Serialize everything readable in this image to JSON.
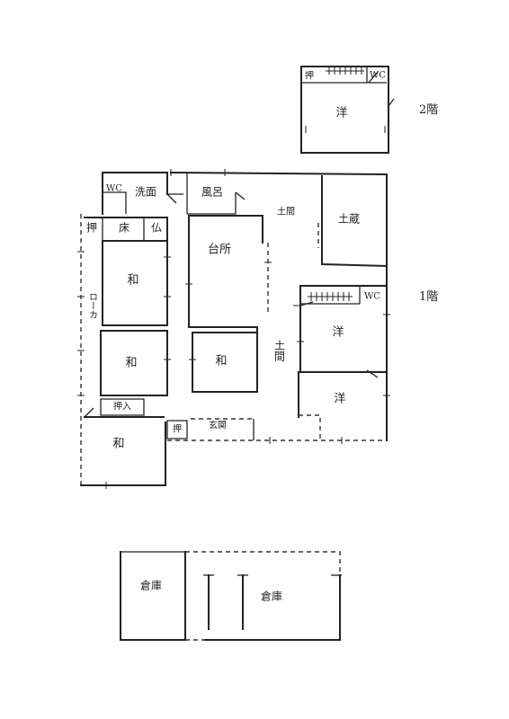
{
  "floor_labels": {
    "second": "2階",
    "first": "1階"
  },
  "second_floor": {
    "oshiire": "押",
    "wc": "WC",
    "western_room": "洋"
  },
  "first_floor": {
    "wc_left": "WC",
    "washroom": "洗面",
    "bath": "風呂",
    "earthen_floor_top": "土間",
    "storehouse": "土蔵",
    "oshiire_left": "押",
    "tokonoma": "床",
    "butsudan": "仏",
    "kitchen": "台所",
    "japanese_room_1": "和",
    "corridor": "ローカ",
    "wc_right": "WC",
    "western_room_1": "洋",
    "japanese_room_2": "和",
    "japanese_room_3": "和",
    "earthen_floor_mid": "土間",
    "western_room_2": "洋",
    "oshiire_bottom": "押入",
    "oshiire_small": "押",
    "entrance": "玄関",
    "japanese_room_4": "和"
  },
  "outbuildings": {
    "warehouse_left": "倉庫",
    "warehouse_right": "倉庫"
  }
}
